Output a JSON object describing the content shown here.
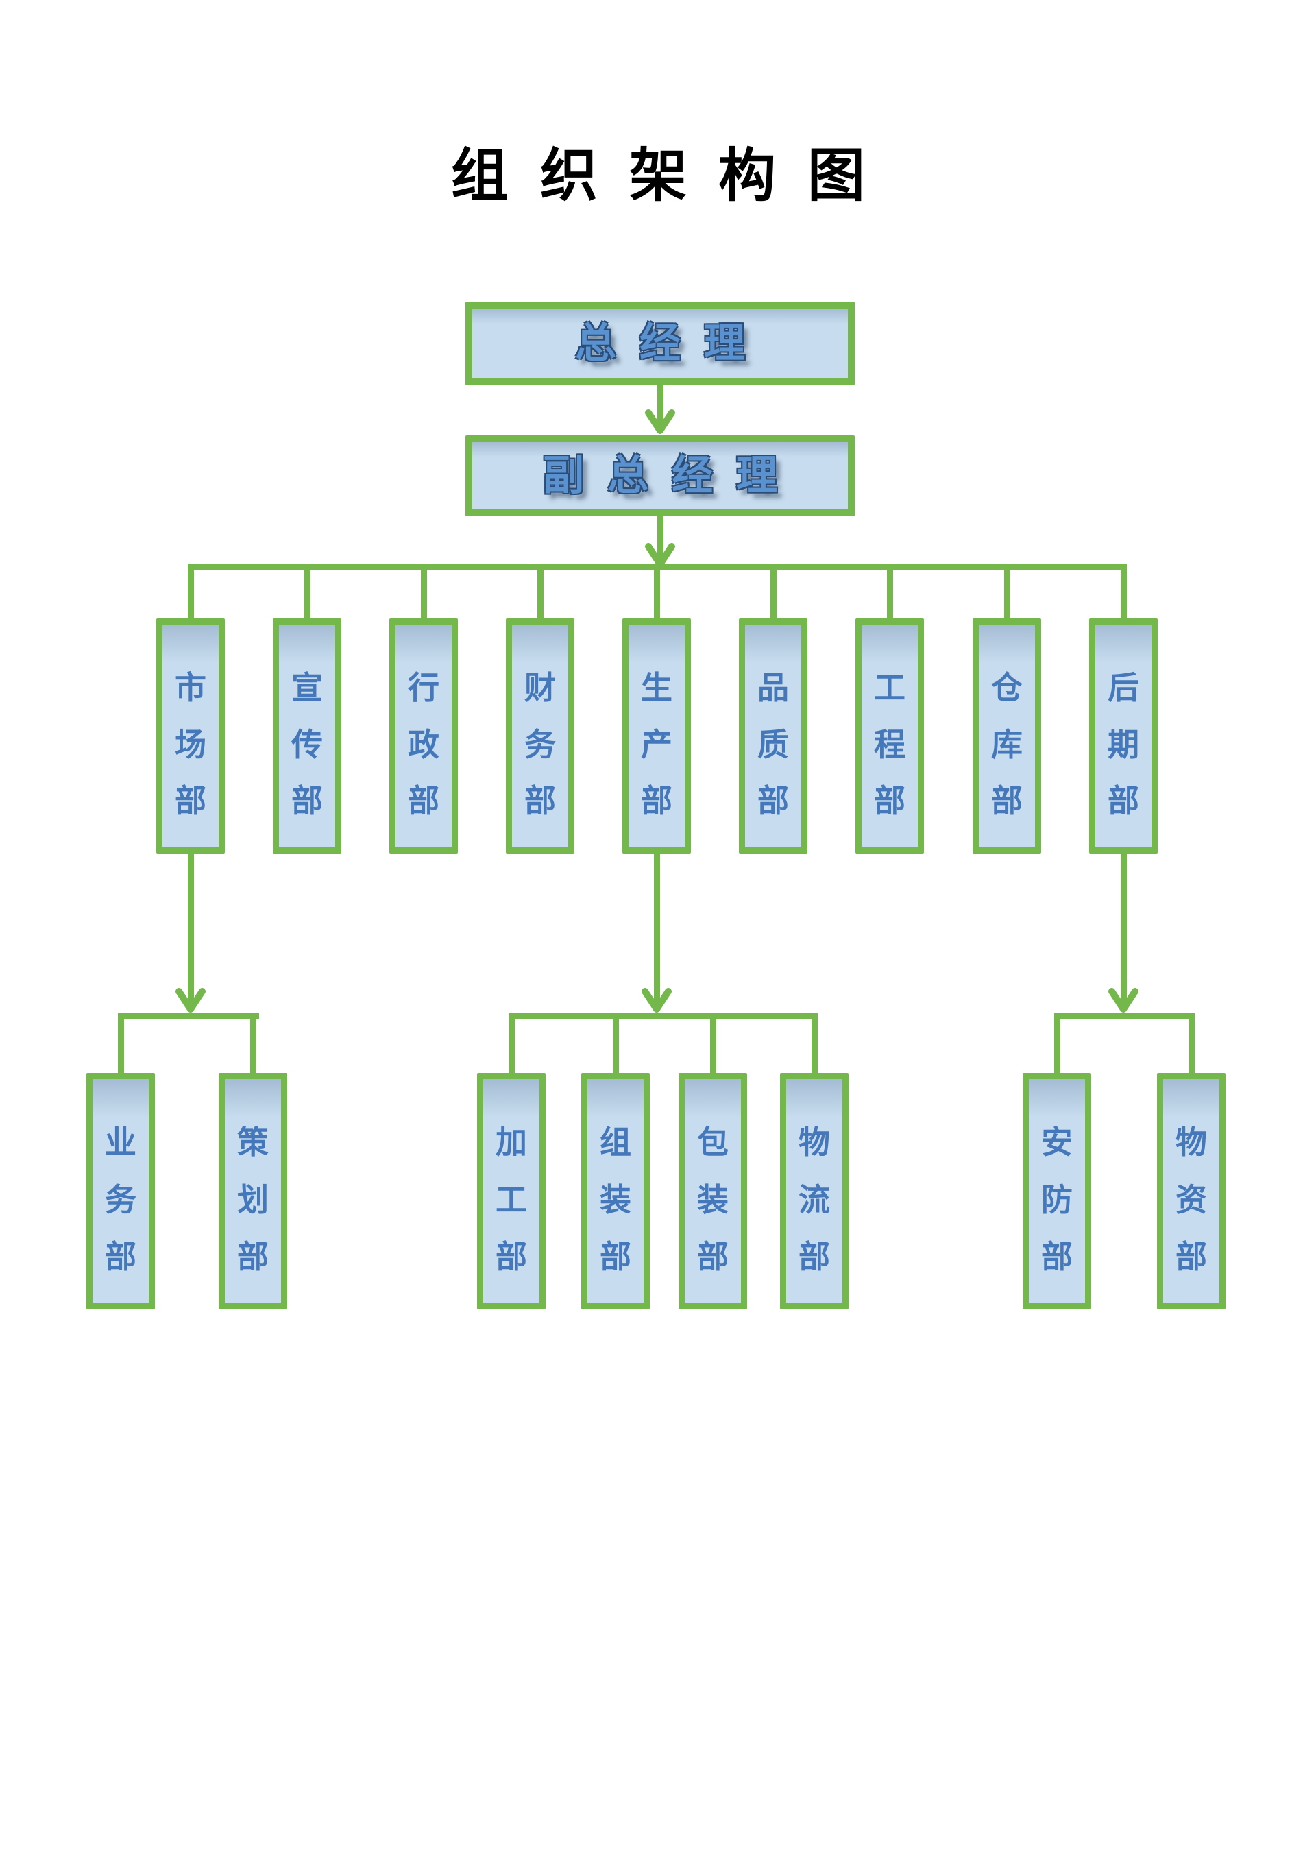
{
  "title": "组织架构图",
  "colors": {
    "connector_green": "#74b74a",
    "box_fill_blue": "#c7dcee",
    "department_text_blue": "#4478ba",
    "wordart_text_blue": "#5a92cf",
    "wordart_outline_navy": "#2b4c77",
    "title_black": "#000000"
  },
  "org": {
    "general_manager": {
      "label": "总经理"
    },
    "deputy_general_manager": {
      "label": "副总经理"
    },
    "departments": [
      {
        "name": "marketing",
        "label": "市场部",
        "chars": [
          "市",
          "场",
          "部"
        ]
      },
      {
        "name": "publicity",
        "label": "宣传部",
        "chars": [
          "宣",
          "传",
          "部"
        ]
      },
      {
        "name": "administration",
        "label": "行政部",
        "chars": [
          "行",
          "政",
          "部"
        ]
      },
      {
        "name": "finance",
        "label": "财务部",
        "chars": [
          "财",
          "务",
          "部"
        ]
      },
      {
        "name": "production",
        "label": "生产部",
        "chars": [
          "生",
          "产",
          "部"
        ]
      },
      {
        "name": "quality",
        "label": "品质部",
        "chars": [
          "品",
          "质",
          "部"
        ]
      },
      {
        "name": "engineering",
        "label": "工程部",
        "chars": [
          "工",
          "程",
          "部"
        ]
      },
      {
        "name": "warehouse",
        "label": "仓库部",
        "chars": [
          "仓",
          "库",
          "部"
        ]
      },
      {
        "name": "post",
        "label": "后期部",
        "chars": [
          "后",
          "期",
          "部"
        ]
      }
    ],
    "sub_departments": [
      {
        "name": "business",
        "label": "业务部",
        "chars": [
          "业",
          "务",
          "部"
        ],
        "parent": "市场部"
      },
      {
        "name": "planning",
        "label": "策划部",
        "chars": [
          "策",
          "划",
          "部"
        ],
        "parent": "市场部"
      },
      {
        "name": "processing",
        "label": "加工部",
        "chars": [
          "加",
          "工",
          "部"
        ],
        "parent": "生产部"
      },
      {
        "name": "assembly",
        "label": "组装部",
        "chars": [
          "组",
          "装",
          "部"
        ],
        "parent": "生产部"
      },
      {
        "name": "packaging",
        "label": "包装部",
        "chars": [
          "包",
          "装",
          "部"
        ],
        "parent": "生产部"
      },
      {
        "name": "logistics",
        "label": "物流部",
        "chars": [
          "物",
          "流",
          "部"
        ],
        "parent": "生产部"
      },
      {
        "name": "security",
        "label": "安防部",
        "chars": [
          "安",
          "防",
          "部"
        ],
        "parent": "后期部"
      },
      {
        "name": "materials",
        "label": "物资部",
        "chars": [
          "物",
          "资",
          "部"
        ],
        "parent": "后期部"
      }
    ]
  }
}
